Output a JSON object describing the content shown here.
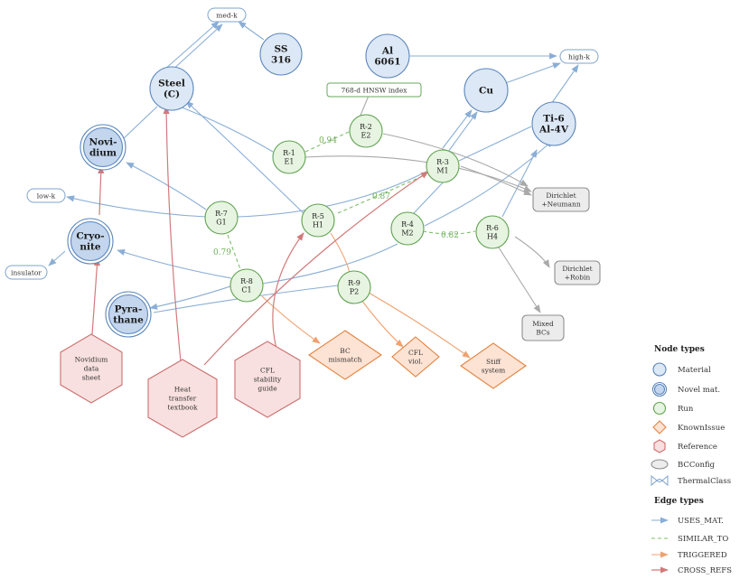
{
  "nodes": {
    "steel": "Steel\n(C)",
    "ss316": "SS\n316",
    "al6061": "Al\n6061",
    "cu": "Cu",
    "ti": "Ti-6\nAl-4V",
    "novidium": "Novi-\ndium",
    "cryonite": "Cryo-\nnite",
    "pyrathane": "Pyra-\nthane",
    "r1": "R-1\nE1",
    "r2": "R-2\nE2",
    "r3": "R-3\nM1",
    "r4": "R-4\nM2",
    "r5": "R-5\nH1",
    "r6": "R-6\nH4",
    "r7": "R-7\nG1",
    "r8": "R-8\nC1",
    "r9": "R-9\nP2",
    "med_k": "med-k",
    "high_k": "high-k",
    "low_k": "low-k",
    "insulator": "insulator",
    "hnsw": "768-d HNSW index",
    "bc_dn": "Dirichlet\n+Neumann",
    "bc_dr": "Dirichlet\n+Robin",
    "bc_mixed": "Mixed\nBCs",
    "issue_bc": "BC\nmismatch",
    "issue_cfl": "CFL\nviol.",
    "issue_stiff": "Stiff\nsystem",
    "ref_nov": "Novidium\ndata\nsheet",
    "ref_heat": "Heat\ntransfer\ntextbook",
    "ref_cfl": "CFL\nstability\nguide"
  },
  "similarity": {
    "r1_r2": "0.94",
    "r5_r3": "0.87",
    "r4_r6": "0.82",
    "r7_r8": "0.79"
  },
  "legend": {
    "node_title": "Node types",
    "node_items": [
      "Material",
      "Novel mat.",
      "Run",
      "KnownIssue",
      "Reference",
      "BCConfig",
      "ThermalClass"
    ],
    "edge_title": "Edge types",
    "edge_items": [
      "USES_MAT.",
      "SIMILAR_TO",
      "TRIGGERED",
      "CROSS_REFS"
    ]
  },
  "colors": {
    "uses": "#8aaed6",
    "similar": "#7fbf6a",
    "triggered": "#efa270",
    "cross_refs": "#d27a7a",
    "bcconfig": "#a9a9a9"
  }
}
